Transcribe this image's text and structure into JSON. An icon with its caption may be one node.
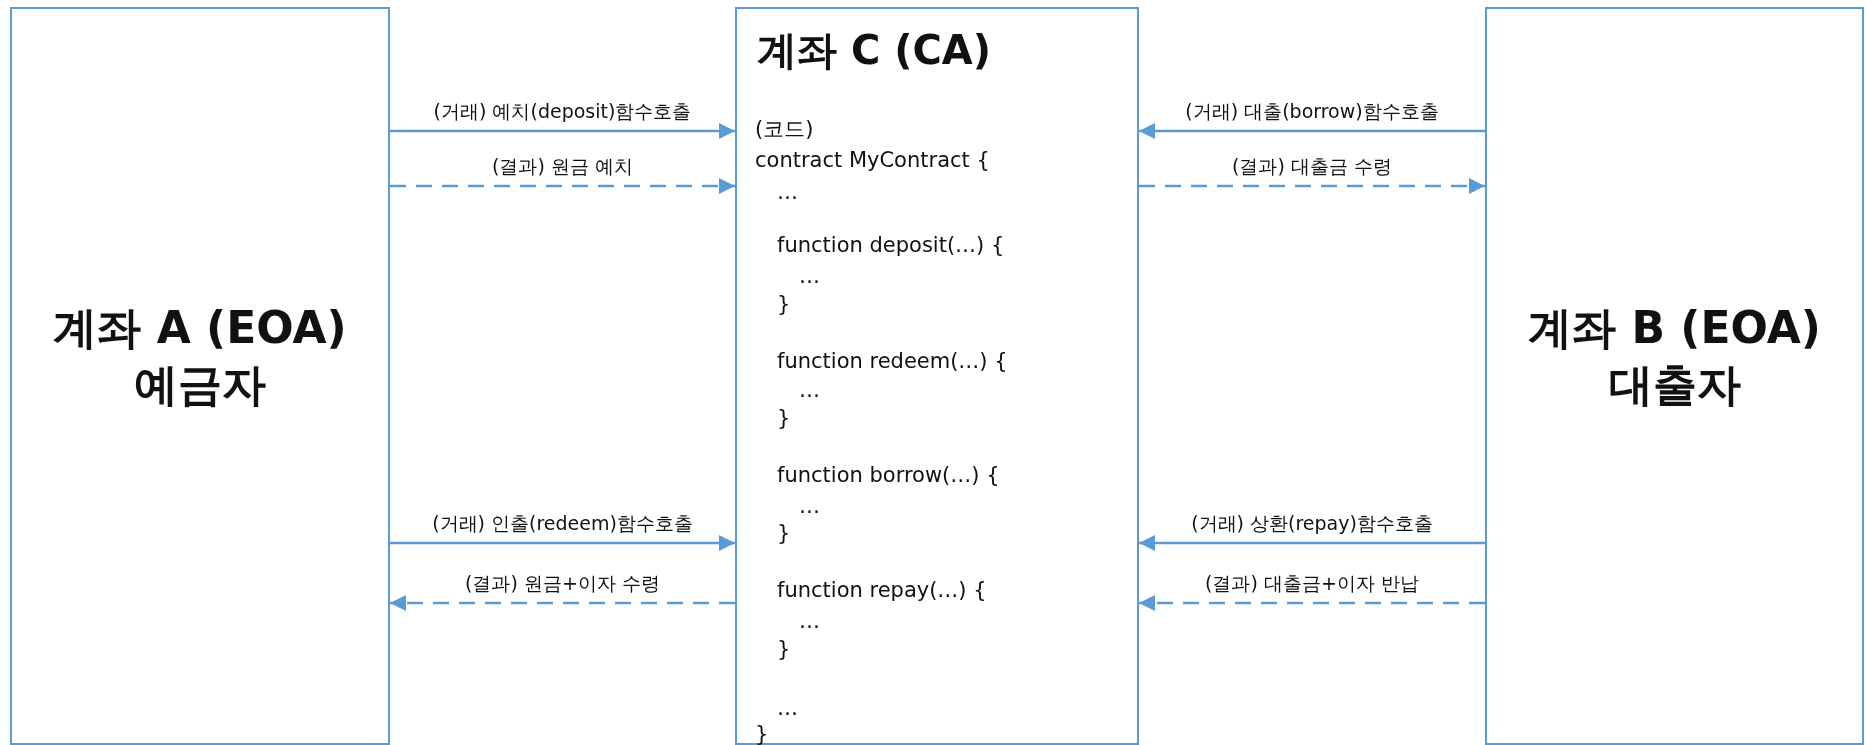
{
  "diagram": {
    "nodes": [
      {
        "text": [
          "계좌 A (EOA) 예금자"
        ]
      },
      {
        "text": [
          "계좌 C (CA)",
          "(코드)",
          "contract MyContract {",
          "…",
          "function deposit(…) {",
          "…",
          "}",
          "function redeem(…) {",
          "…",
          "}",
          "function borrow(…) {",
          "…",
          "}",
          "function repay(…) {",
          "…",
          "}",
          "…",
          "}"
        ]
      },
      {
        "text": [
          "계좌 B (EOA) 대출자"
        ]
      }
    ],
    "edges": [
      {
        "from": 0,
        "to": 1,
        "arrow": "to",
        "label": "(거래) 예치(deposit)함수호출"
      },
      {
        "from": 0,
        "to": 1,
        "arrow": "to",
        "label": "(결과) 원금 예치",
        "style": "dashed"
      },
      {
        "from": 2,
        "to": 1,
        "arrow": "to",
        "label": "(거래) 대출(borrow)함수호출"
      },
      {
        "from": 1,
        "to": 2,
        "arrow": "to",
        "label": "(결과) 대출금 수령",
        "style": "dashed"
      },
      {
        "from": 0,
        "to": 1,
        "arrow": "to",
        "label": "(거래) 인출(redeem)함수호출"
      },
      {
        "from": 1,
        "to": 0,
        "arrow": "to",
        "label": "(결과) 원금+이자 수령",
        "style": "dashed"
      },
      {
        "from": 2,
        "to": 1,
        "arrow": "to",
        "label": "(거래) 상환(repay)함수호출"
      },
      {
        "from": 2,
        "to": 1,
        "arrow": "to",
        "label": "(결과) 대출금+이자 반납",
        "style": "dashed"
      }
    ]
  }
}
